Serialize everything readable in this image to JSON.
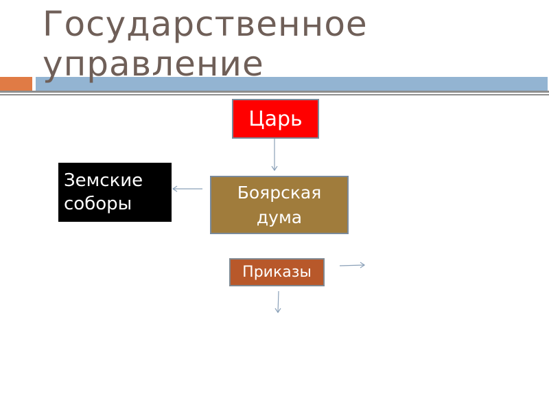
{
  "slide": {
    "title": "Государственное\nуправление",
    "colors": {
      "title": "#6f5f58",
      "accent_orange": "#e07b45",
      "accent_blue": "#93b4d2",
      "rule": "#8e8e8e",
      "arrow": "#8aa0b8"
    }
  },
  "diagram": {
    "nodes": {
      "tsar": {
        "label": "Царь",
        "color": "#ff0000"
      },
      "zemsky_sobory": {
        "label": "Земские\nсоборы",
        "color": "#000000"
      },
      "boyar_duma": {
        "label": "Боярская\nдума",
        "color": "#a07c3c"
      },
      "prikazy": {
        "label": "Приказы",
        "color": "#b8582a"
      }
    },
    "edges": [
      {
        "from": "tsar",
        "to": "boyar_duma",
        "direction": "down"
      },
      {
        "from": "boyar_duma",
        "to": "zemsky_sobory",
        "direction": "left"
      },
      {
        "from": "prikazy",
        "to": "",
        "direction": "right"
      },
      {
        "from": "prikazy",
        "to": "",
        "direction": "down"
      }
    ]
  }
}
